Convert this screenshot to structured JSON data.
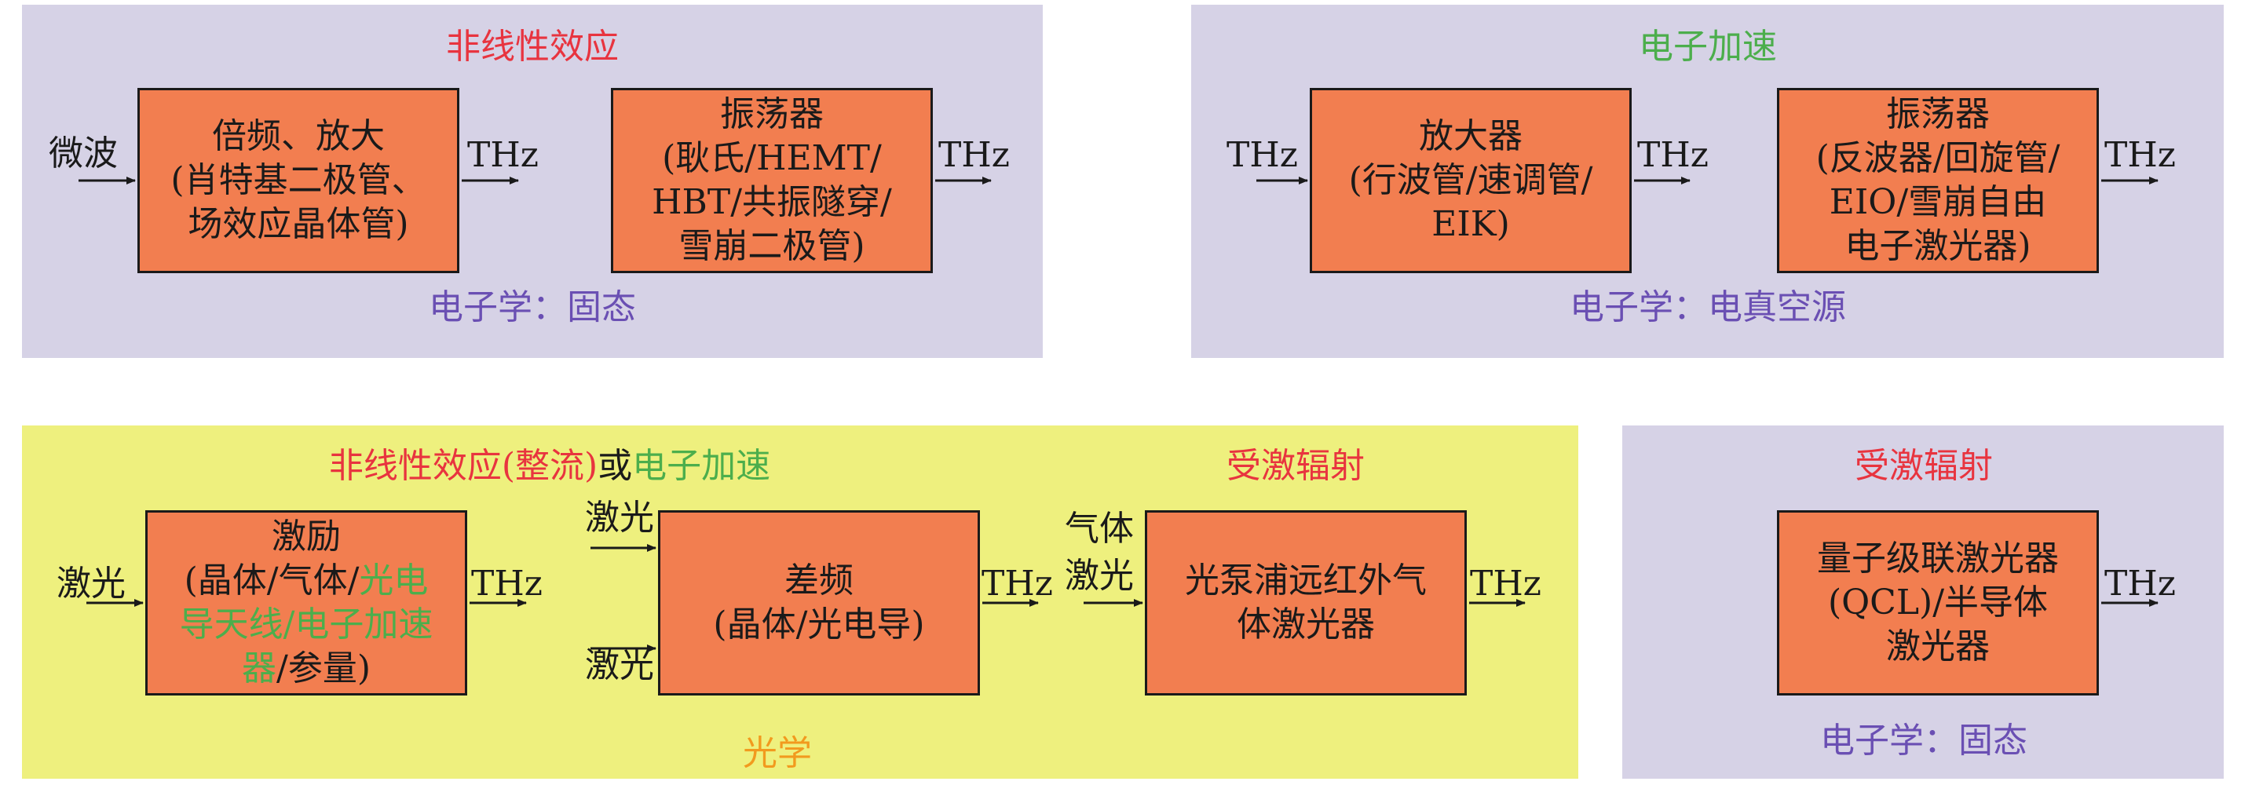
{
  "panel_solid_nonlinear": {
    "title": "非线性效应",
    "footer": "电子学：固态",
    "input_label": "微波",
    "box_multiplier_lines": [
      "倍频、放大",
      "(肖特基二极管、",
      "场效应晶体管)"
    ],
    "output_label_1": "THz",
    "box_oscillator_lines": [
      "振荡器",
      "(耿氏/HEMT/",
      "HBT/共振隧穿/",
      "雪崩二极管)"
    ],
    "output_label_2": "THz"
  },
  "panel_vacuum": {
    "title": "电子加速",
    "footer": "电子学：电真空源",
    "input_label": "THz",
    "box_amplifier_lines": [
      "放大器",
      "(行波管/速调管/",
      "EIK)"
    ],
    "output_label_1": "THz",
    "box_oscillator_lines": [
      "振荡器",
      "(反波器/回旋管/",
      "EIO/雪崩自由",
      "电子激光器)"
    ],
    "output_label_2": "THz"
  },
  "panel_optics": {
    "title_part1": "非线性效应(整流)",
    "title_part2": "或",
    "title_part3": "电子加速",
    "title_right": "受激辐射",
    "footer": "光学",
    "excitation": {
      "input_label": "激光",
      "line1": "激励",
      "line2_a": "(晶体/气体/",
      "line2_b": "光电",
      "line3": "导天线/电子加速",
      "line4_a": "器",
      "line4_b": "/参量)",
      "output_label": "THz"
    },
    "dfg": {
      "input_top": "激光",
      "input_bottom": "激光",
      "lines": [
        "差频",
        "(晶体/光电导)"
      ],
      "output_label": "THz"
    },
    "gas": {
      "input_top": "气体",
      "input_bottom": "激光",
      "lines": [
        "光泵浦远红外气",
        "体激光器"
      ],
      "output_label": "THz"
    }
  },
  "panel_qcl": {
    "title": "受激辐射",
    "footer": "电子学：固态",
    "box_lines": [
      "量子级联激光器",
      "(QCL)/半导体",
      "激光器"
    ],
    "output_label": "THz"
  },
  "colors": {
    "lavender_panel": "#d6d2e6",
    "yellow_panel": "#eef07e",
    "box_fill": "#f27e50",
    "title_red": "#e8343f",
    "title_green": "#4cae4c",
    "footer_purple": "#6a4fb3",
    "footer_orange": "#f29a1e"
  }
}
